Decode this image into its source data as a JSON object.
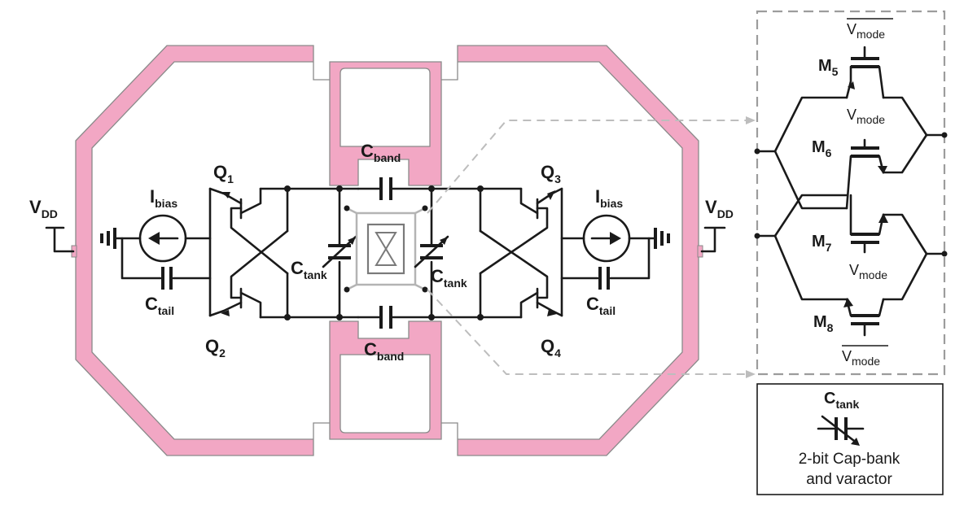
{
  "colors": {
    "inductor_trace": "#f2a7c4",
    "inductor_edge": "#8a8a8a",
    "wire": "#1a1a1a"
  },
  "labels": {
    "q1": {
      "main": "Q",
      "sub": "1"
    },
    "q2": {
      "main": "Q",
      "sub": "2"
    },
    "q3": {
      "main": "Q",
      "sub": "3"
    },
    "q4": {
      "main": "Q",
      "sub": "4"
    },
    "vdd_left": {
      "main": "V",
      "sub": "DD"
    },
    "vdd_right": {
      "main": "V",
      "sub": "DD"
    },
    "ibias_left": {
      "main": "I",
      "sub": "bias"
    },
    "ibias_right": {
      "main": "I",
      "sub": "bias"
    },
    "ctail_left": {
      "main": "C",
      "sub": "tail"
    },
    "ctail_right": {
      "main": "C",
      "sub": "tail"
    },
    "cband_top": {
      "main": "C",
      "sub": "band"
    },
    "cband_bottom": {
      "main": "C",
      "sub": "band"
    },
    "ctank_left": {
      "main": "C",
      "sub": "tank"
    },
    "ctank_right": {
      "main": "C",
      "sub": "tank"
    }
  },
  "switch_detail": {
    "m5": {
      "main": "M",
      "sub": "5"
    },
    "m6": {
      "main": "M",
      "sub": "6"
    },
    "m7": {
      "main": "M",
      "sub": "7"
    },
    "m8": {
      "main": "M",
      "sub": "8"
    },
    "vmode_bar_top": {
      "main": "V",
      "sub": "mode"
    },
    "vmode_m6": {
      "main": "V",
      "sub": "mode"
    },
    "vmode_m7": {
      "main": "V",
      "sub": "mode"
    },
    "vmode_bar_bottom": {
      "main": "V",
      "sub": "mode"
    }
  },
  "legend": {
    "title": {
      "main": "C",
      "sub": "tank"
    },
    "line1": "2-bit Cap-bank",
    "line2": "and varactor"
  }
}
